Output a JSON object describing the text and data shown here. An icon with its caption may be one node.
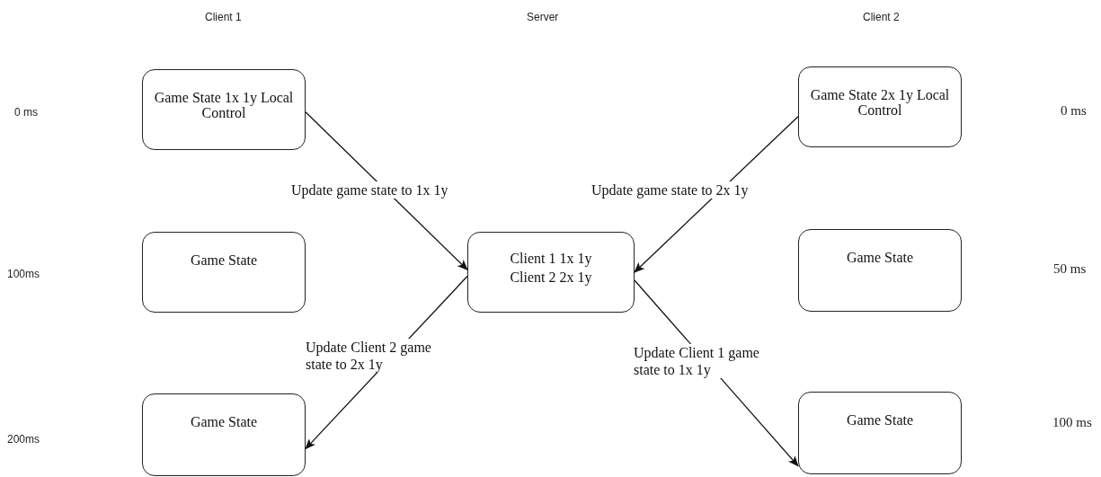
{
  "diagram": {
    "nodes": [
      {
        "text": [
          "Game State 1x 1y Local Control"
        ]
      },
      {
        "text": [
          "Game State 2x 1y Local Control"
        ]
      },
      {
        "text": [
          "Game State"
        ]
      },
      {
        "text": [
          "Client 1 1x 1y",
          "Client 2 2x 1y"
        ]
      },
      {
        "text": [
          "Game State"
        ]
      },
      {
        "text": [
          "Game State"
        ]
      },
      {
        "text": [
          "Game State"
        ]
      }
    ],
    "edges": [
      {
        "from": 0,
        "to": 3,
        "arrow": "to",
        "label": "Update game state to 1x 1y"
      },
      {
        "from": 1,
        "to": 3,
        "arrow": "to",
        "label": "Update game state to 2x 1y"
      },
      {
        "from": 3,
        "to": 5,
        "arrow": "to",
        "label": "Update Client 2 game state to 2x 1y"
      },
      {
        "from": 3,
        "to": 6,
        "arrow": "to",
        "label": "Update Client 1 game state to 1x 1y"
      }
    ],
    "labels": [
      "Client 1",
      "Server",
      "Client 2",
      "0 ms",
      "0 ms",
      "100ms",
      "50 ms",
      "200ms",
      "100 ms"
    ]
  }
}
